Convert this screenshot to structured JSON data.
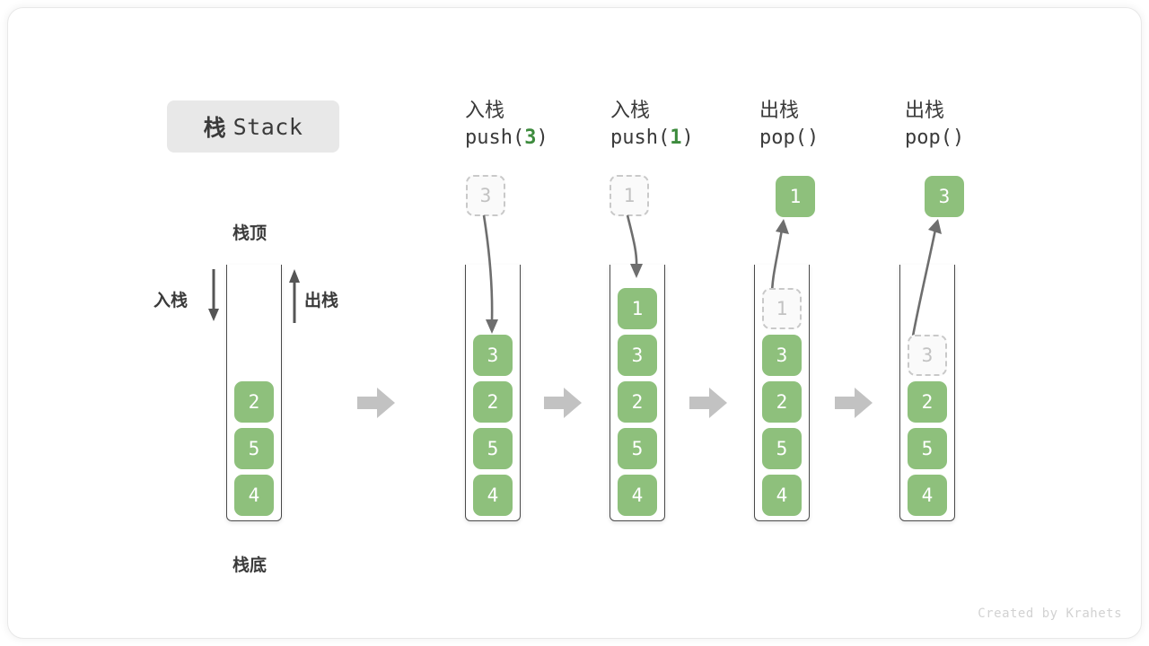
{
  "title": {
    "cn": "栈",
    "en": "Stack"
  },
  "legend": {
    "top_label": "栈顶",
    "bottom_label": "栈底",
    "push_label": "入栈",
    "pop_label": "出栈"
  },
  "colors": {
    "box_fill": "#8ec07c",
    "box_text": "#ffffff",
    "ghost_fill": "#fafafa",
    "ghost_border": "#c9c9c9",
    "ghost_text": "#c2c2c2",
    "badge_bg": "#e8e8e8",
    "text": "#3a3a3a",
    "code_arg": "#3d8b3d",
    "arrow_gray": "#c2c2c2",
    "motion_arrow": "#6e6e6e",
    "credit": "#d2d2d2"
  },
  "stages": [
    {
      "id": "initial",
      "caption_cn": "",
      "caption_code": "",
      "stack": [
        "4",
        "5",
        "2"
      ],
      "float": null,
      "float_state": null
    },
    {
      "id": "push-3",
      "caption_cn": "入栈",
      "caption_code_prefix": "push(",
      "caption_code_arg": "3",
      "caption_code_suffix": ")",
      "stack": [
        "4",
        "5",
        "2",
        "3"
      ],
      "float": "3",
      "float_state": "ghost"
    },
    {
      "id": "push-1",
      "caption_cn": "入栈",
      "caption_code_prefix": "push(",
      "caption_code_arg": "1",
      "caption_code_suffix": ")",
      "stack": [
        "4",
        "5",
        "2",
        "3",
        "1"
      ],
      "float": "1",
      "float_state": "ghost"
    },
    {
      "id": "pop-1",
      "caption_cn": "出栈",
      "caption_code_prefix": "pop(",
      "caption_code_arg": "",
      "caption_code_suffix": ")",
      "stack": [
        "4",
        "5",
        "2",
        "3"
      ],
      "ghost_top": "1",
      "float": "1",
      "float_state": "filled"
    },
    {
      "id": "pop-3",
      "caption_cn": "出栈",
      "caption_code_prefix": "pop(",
      "caption_code_arg": "",
      "caption_code_suffix": ")",
      "stack": [
        "4",
        "5",
        "2"
      ],
      "ghost_top": "3",
      "float": "3",
      "float_state": "filled"
    }
  ],
  "credit": "Created by Krahets"
}
